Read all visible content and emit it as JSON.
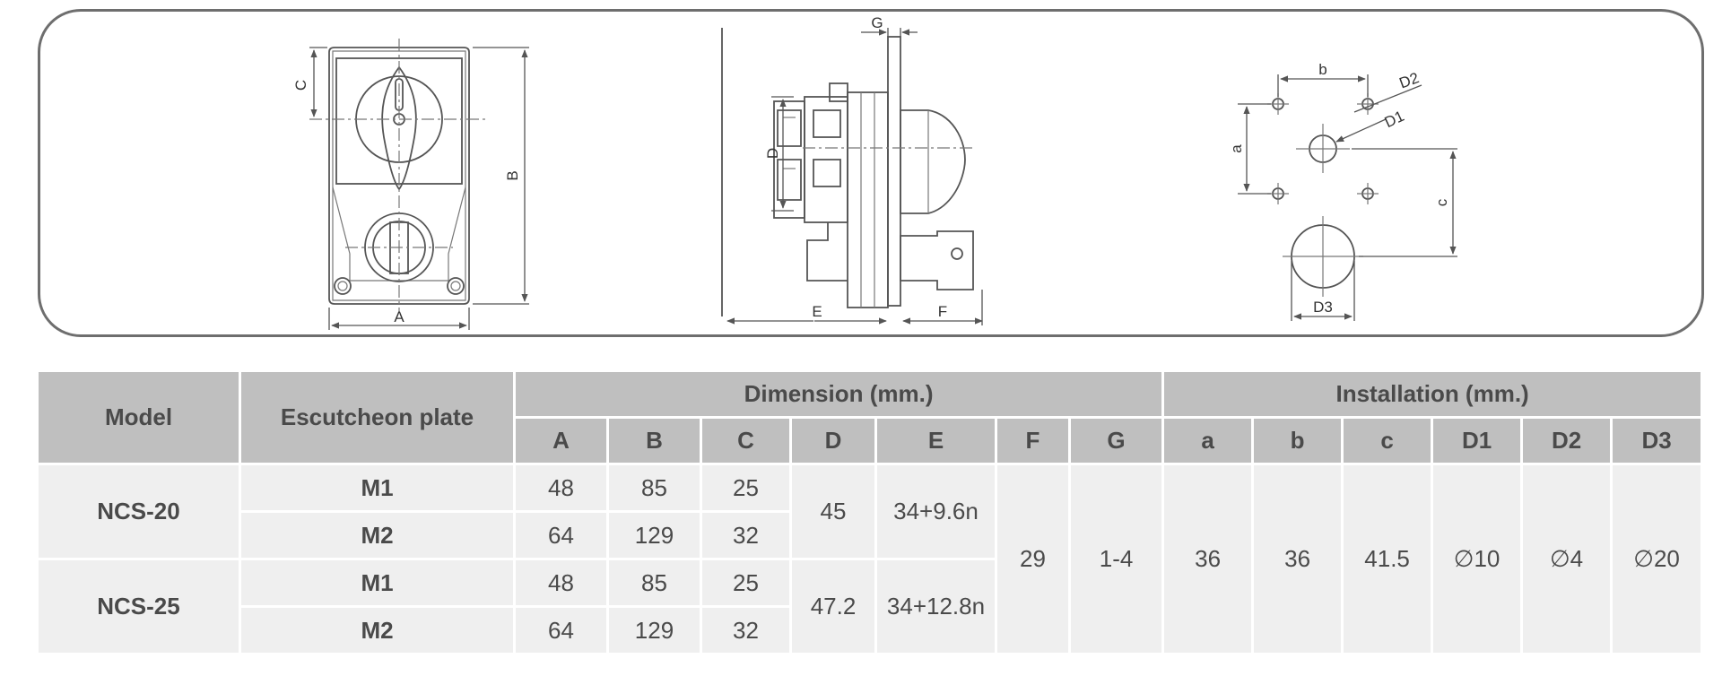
{
  "diagram_labels": {
    "front": {
      "A": "A",
      "B": "B",
      "C": "C"
    },
    "side": {
      "D": "D",
      "E": "E",
      "F": "F",
      "G": "G"
    },
    "install": {
      "a": "a",
      "b": "b",
      "c": "c",
      "D1": "D1",
      "D2": "D2",
      "D3": "D3"
    }
  },
  "table": {
    "headers": {
      "model": "Model",
      "escutcheon": "Escutcheon plate",
      "dimension": "Dimension (mm.)",
      "installation": "Installation (mm.)",
      "dim_cols": [
        "A",
        "B",
        "C",
        "D",
        "E",
        "F",
        "G"
      ],
      "inst_cols": [
        "a",
        "b",
        "c",
        "D1",
        "D2",
        "D3"
      ]
    },
    "models": [
      {
        "model": "NCS-20",
        "D": "45",
        "E": "34+9.6n",
        "rows": [
          {
            "plate": "M1",
            "A": "48",
            "B": "85",
            "C": "25"
          },
          {
            "plate": "M2",
            "A": "64",
            "B": "129",
            "C": "32"
          }
        ]
      },
      {
        "model": "NCS-25",
        "D": "47.2",
        "E": "34+12.8n",
        "rows": [
          {
            "plate": "M1",
            "A": "48",
            "B": "85",
            "C": "25"
          },
          {
            "plate": "M2",
            "A": "64",
            "B": "129",
            "C": "32"
          }
        ]
      }
    ],
    "shared": {
      "F": "29",
      "G": "1-4",
      "a": "36",
      "b": "36",
      "c": "41.5",
      "D1": "∅10",
      "D2": "∅4",
      "D3": "∅20"
    }
  }
}
